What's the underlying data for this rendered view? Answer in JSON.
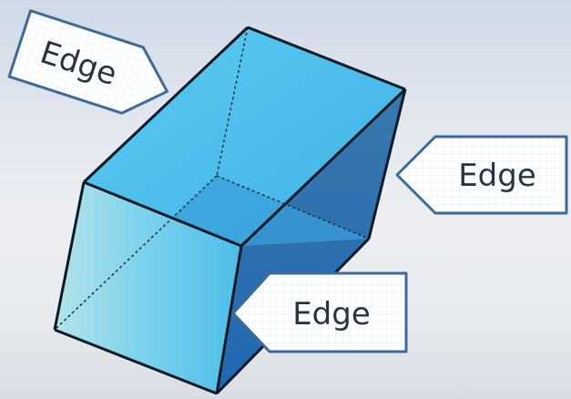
{
  "diagram": {
    "callouts": [
      {
        "label": "Edge"
      },
      {
        "label": "Edge"
      },
      {
        "label": "Edge"
      }
    ],
    "colors": {
      "top_face": "#4fc1ee",
      "right_face": "#2b6ea8",
      "front_face": "#5cc6ea",
      "front_face_light": "#a8dce8",
      "inner_face": "#2f8fd0",
      "edge_stroke": "#0d1a26",
      "callout_border": "#3e6b96",
      "callout_fill": "#ffffff"
    }
  }
}
